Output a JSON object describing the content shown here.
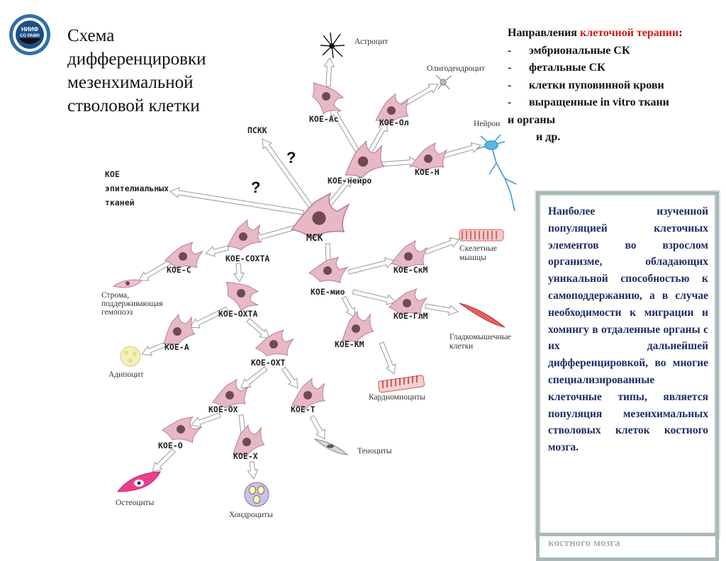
{
  "title": "Схема дифференцировки мезенхимальной стволовой клетки",
  "logo": {
    "line1": "НИИФ",
    "line2": "СО РАМН"
  },
  "directions": {
    "heading_prefix": "Направления ",
    "heading_highlight": "клеточной терапии",
    "heading_suffix": ":",
    "items": [
      "эмбриональные СК",
      "фетальные СК",
      "клетки пуповинной крови",
      "выращенные in vitro ткани"
    ],
    "item_dash": "-",
    "continuation": "и органы",
    "tail": "и др."
  },
  "info_box": {
    "text": "Наиболее изученной популяцией клеточных элементов во взрослом организме, обладающих уникальной способностью к самоподдержанию, а в случае необходимости к миграции и хомингу в отдаленные органы с их дальнейшей дифференцировкой, во многие специализированные клеточные типы, является популяция мезенхимальных стволовых клеток костного мозга.",
    "next_text": "костного мозга"
  },
  "diagram": {
    "nodes": {
      "msk": "МСК",
      "pskk": "ПСКК",
      "epith_1": "КОЕ",
      "epith_2": "эпителиальных",
      "epith_3": "тканей",
      "q1": "?",
      "q2": "?",
      "koe_neuro": "КОЕ-нейро",
      "koe_as": "КОЕ-Ас",
      "koe_ol": "КОЕ-Ол",
      "koe_n": "КОЕ-Н",
      "koe_sokhta": "КОЕ-СОХТА",
      "koe_s": "КОЕ-С",
      "koe_okhta": "КОЕ-ОХТА",
      "koe_a": "КОЕ-А",
      "koe_okht": "КОЕ-ОХТ",
      "koe_ox": "КОЕ-ОХ",
      "koe_t": "КОЕ-Т",
      "koe_o": "КОЕ-О",
      "koe_x": "КОЕ-Х",
      "koe_mio": "КОЕ-мио",
      "koe_skm": "КОЕ-СкМ",
      "koe_glm": "КОЕ-ГлМ",
      "koe_km": "КОЕ-КМ"
    },
    "captions": {
      "astrocyte": "Астроцит",
      "oligo": "Олигодендроцит",
      "neuron": "Нейрон",
      "skeletal_1": "Скелетные",
      "skeletal_2": "мышцы",
      "smooth_1": "Гладкомышечные",
      "smooth_2": "клетки",
      "cardio": "Кардиомиоциты",
      "stroma_1": "Строма,",
      "stroma_2": "поддерживающая",
      "stroma_3": "гемопоэз",
      "adipocyte": "Адипоцит",
      "tenocyte": "Теноциты",
      "osteocyte": "Остеоциты",
      "chondro": "Хондроциты"
    }
  },
  "colors": {
    "cell_fill": "#e8b9c4",
    "cell_stroke": "#b77f8e",
    "nucleus": "#6e4a56",
    "arrow_fill": "#ffffff",
    "arrow_stroke": "#9a9a9a",
    "highlight_red": "#d11a1a",
    "box_text": "#1d2e66",
    "box_border": "#a9b8b8"
  }
}
